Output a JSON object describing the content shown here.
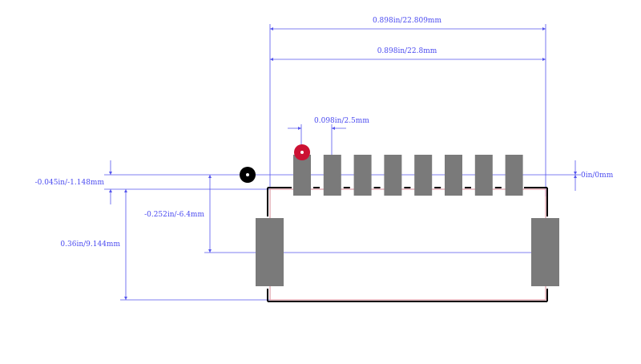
{
  "colors": {
    "dimension": "#5555ee",
    "pad": "#7a7a7a",
    "outline": "#000000",
    "courtyard": "#cc6677",
    "pin1_marker": "#cc1133",
    "origin_marker": "#000000"
  },
  "dimensions": {
    "overall_width_outer": "0.898in/22.809mm",
    "overall_width_inner": "0.898in/22.8mm",
    "pitch": "0.098in/2.5mm",
    "pad_top_offset": "-0.045in/-1.148mm",
    "origin_zero": "0in/0mm",
    "mount_pad_offset": "-0.252in/-6.4mm",
    "body_depth": "0.36in/9.144mm"
  },
  "footprint": {
    "signal_pin_count": 8,
    "mount_pad_count": 2
  }
}
